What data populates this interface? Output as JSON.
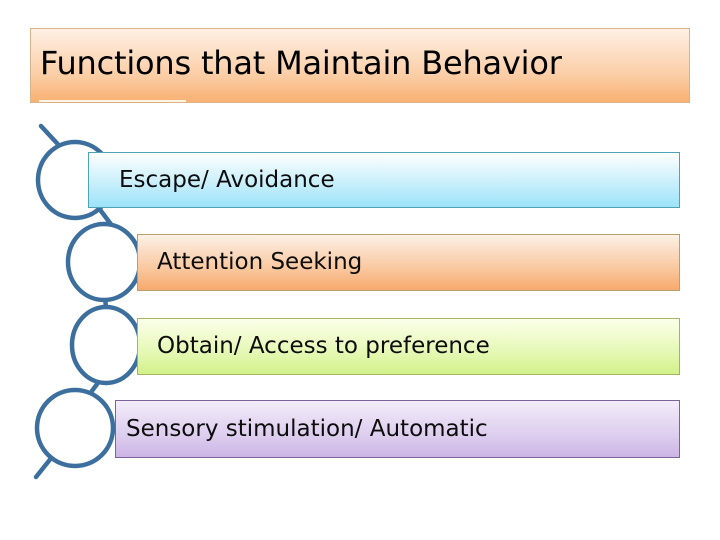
{
  "slide": {
    "title": "Functions that Maintain Behavior",
    "background_color": "#ffffff",
    "title_banner": {
      "gradient_from": "#fdf0e4",
      "gradient_to": "#f9b273",
      "border_color": "#d9b48a",
      "underline_color": "#fdf3e3"
    },
    "chain": {
      "stroke_color": "#3d6f9e",
      "circle_fill": "#ffffff",
      "circle_count": 4
    },
    "items": [
      {
        "label": "Escape/ Avoidance",
        "accent_color": "#9fe3f8",
        "border_color": "#4ea3b8"
      },
      {
        "label": "Attention Seeking",
        "accent_color": "#f7aa6e",
        "border_color": "#b5a268"
      },
      {
        "label": "Obtain/ Access to preference",
        "accent_color": "#d2f18c",
        "border_color": "#a6b45f"
      },
      {
        "label": "Sensory stimulation/ Automatic",
        "accent_color": "#cbb4e6",
        "border_color": "#7c6398"
      }
    ]
  }
}
